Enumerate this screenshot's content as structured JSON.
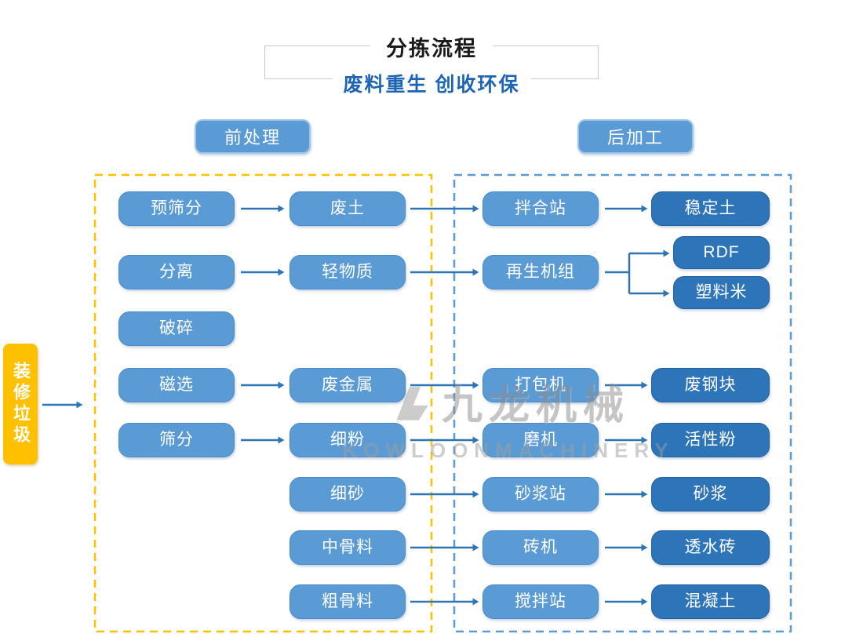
{
  "header": {
    "title": "分拣流程",
    "subtitle": "废料重生 创收环保"
  },
  "sections": {
    "pre_label": "前处理",
    "post_label": "后加工"
  },
  "source_label": "装修垃圾",
  "flow": {
    "col1": [
      "预筛分",
      "分离",
      "破碎",
      "磁选",
      "筛分"
    ],
    "col2": [
      "废土",
      "轻物质",
      "废金属",
      "细粉",
      "细砂",
      "中骨料",
      "粗骨料"
    ],
    "col3": [
      "拌合站",
      "再生机组",
      "打包机",
      "磨机",
      "砂浆站",
      "砖机",
      "搅拌站"
    ],
    "col4": [
      "稳定土",
      "RDF",
      "塑料米",
      "废钢块",
      "活性粉",
      "砂浆",
      "透水砖",
      "混凝土"
    ]
  },
  "edges": [
    [
      "装修垃圾",
      "前处理"
    ],
    [
      "预筛分",
      "废土"
    ],
    [
      "废土",
      "拌合站"
    ],
    [
      "拌合站",
      "稳定土"
    ],
    [
      "分离",
      "轻物质"
    ],
    [
      "轻物质",
      "再生机组"
    ],
    [
      "再生机组",
      "RDF"
    ],
    [
      "再生机组",
      "塑料米"
    ],
    [
      "磁选",
      "废金属"
    ],
    [
      "废金属",
      "打包机"
    ],
    [
      "打包机",
      "废钢块"
    ],
    [
      "筛分",
      "细粉"
    ],
    [
      "细粉",
      "磨机"
    ],
    [
      "磨机",
      "活性粉"
    ],
    [
      "细砂",
      "砂浆站"
    ],
    [
      "砂浆站",
      "砂浆"
    ],
    [
      "中骨料",
      "砖机"
    ],
    [
      "砖机",
      "透水砖"
    ],
    [
      "粗骨料",
      "搅拌站"
    ],
    [
      "搅拌站",
      "混凝土"
    ]
  ],
  "watermark": {
    "cn": "九龙机械",
    "en": "KOWLOONMACHINERY"
  },
  "colors": {
    "node_blue": "#5b9bd5",
    "node_dark_blue": "#2d74b9",
    "accent_yellow": "#ffc000",
    "arrow_blue": "#2e75b6",
    "subtitle_blue": "#1d64b5"
  }
}
